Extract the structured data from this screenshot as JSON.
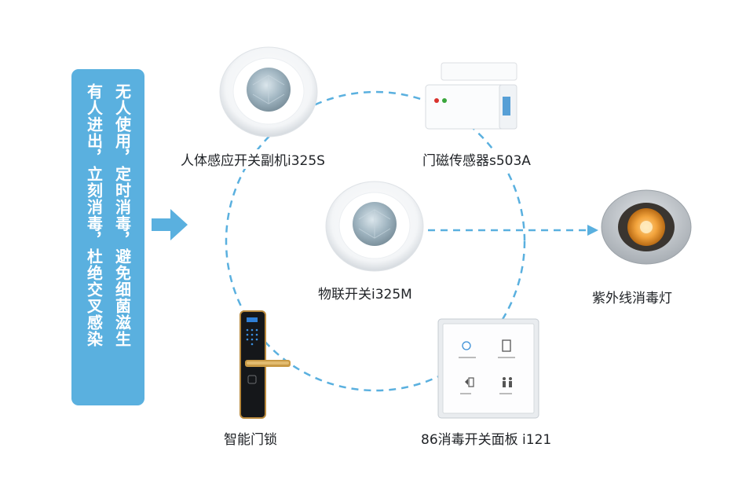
{
  "panel": {
    "col1": "无人使用，定时消毒，避免细菌滋生",
    "col2": "有人进出，立刻消毒，杜绝交叉感染"
  },
  "nodes": {
    "sensor_sub": "人体感应开关副机i325S",
    "door_sensor": "门磁传感器s503A",
    "iot_switch": "物联开关i325M",
    "uv_lamp": "紫外线消毒灯",
    "smart_lock": "智能门锁",
    "panel_switch": "86消毒开关面板 i121"
  },
  "colors": {
    "panel_bg": "#5ab0df",
    "dash": "#5ab0df",
    "arrow": "#5ab0df"
  }
}
